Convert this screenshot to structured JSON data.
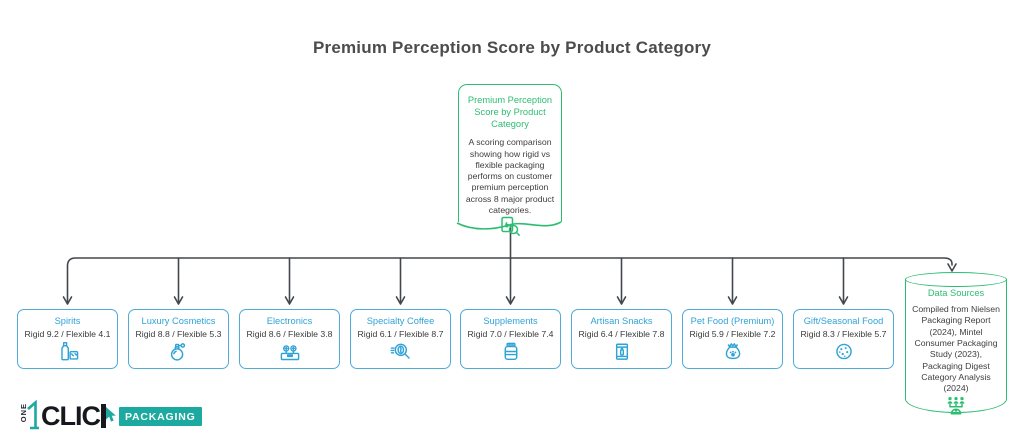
{
  "page": {
    "title": "Premium Perception Score by Product Category"
  },
  "root_node": {
    "title": "Premium Perception Score by Product Category",
    "description": "A scoring comparison showing how rigid vs flexible packaging performs on customer premium perception across 8 major product categories.",
    "icon": "document-review-icon"
  },
  "categories": [
    {
      "label": "Spirits",
      "score": "Rigid 9.2 / Flexible 4.1",
      "rigid": 9.2,
      "flexible": 4.1,
      "icon": "spirits-bottle-icon"
    },
    {
      "label": "Luxury Cosmetics",
      "score": "Rigid 8.8 / Flexible 5.3",
      "rigid": 8.8,
      "flexible": 5.3,
      "icon": "perfume-bottle-icon"
    },
    {
      "label": "Electronics",
      "score": "Rigid 8.6 / Flexible 3.8",
      "rigid": 8.6,
      "flexible": 3.8,
      "icon": "circuit-board-icon"
    },
    {
      "label": "Specialty Coffee",
      "score": "Rigid 6.1 / Flexible 8.7",
      "rigid": 6.1,
      "flexible": 8.7,
      "icon": "coffee-magnifier-icon"
    },
    {
      "label": "Supplements",
      "score": "Rigid 7.0 / Flexible 7.4",
      "rigid": 7.0,
      "flexible": 7.4,
      "icon": "supplement-jar-icon"
    },
    {
      "label": "Artisan Snacks",
      "score": "Rigid 6.4 / Flexible 7.8",
      "rigid": 6.4,
      "flexible": 7.8,
      "icon": "snack-bag-icon"
    },
    {
      "label": "Pet Food (Premium)",
      "score": "Rigid 5.9 / Flexible 7.2",
      "rigid": 5.9,
      "flexible": 7.2,
      "icon": "pet-food-bag-icon"
    },
    {
      "label": "Gift/Seasonal Food",
      "score": "Rigid 8.3 / Flexible 5.7",
      "rigid": 8.3,
      "flexible": 5.7,
      "icon": "cookie-icon"
    }
  ],
  "data_sources": {
    "title": "Data Sources",
    "description": "Compiled from Nielsen Packaging Report (2024), Mintel Consumer Packaging Study (2023), Packaging Digest Category Analysis (2024)",
    "icon": "team-network-icon"
  },
  "logo": {
    "one": "ONE",
    "digit": "1",
    "click": "CLIC",
    "k": "K",
    "suffix": "PACKAGING"
  },
  "colors": {
    "green": "#2dbd72",
    "blue_border": "#4fabd8",
    "blue_text": "#2fa3d6",
    "connector": "#43464b",
    "logo_teal": "#1ca9a0",
    "heading_text": "#4c4c4c",
    "body_text": "#3e3e3e"
  }
}
